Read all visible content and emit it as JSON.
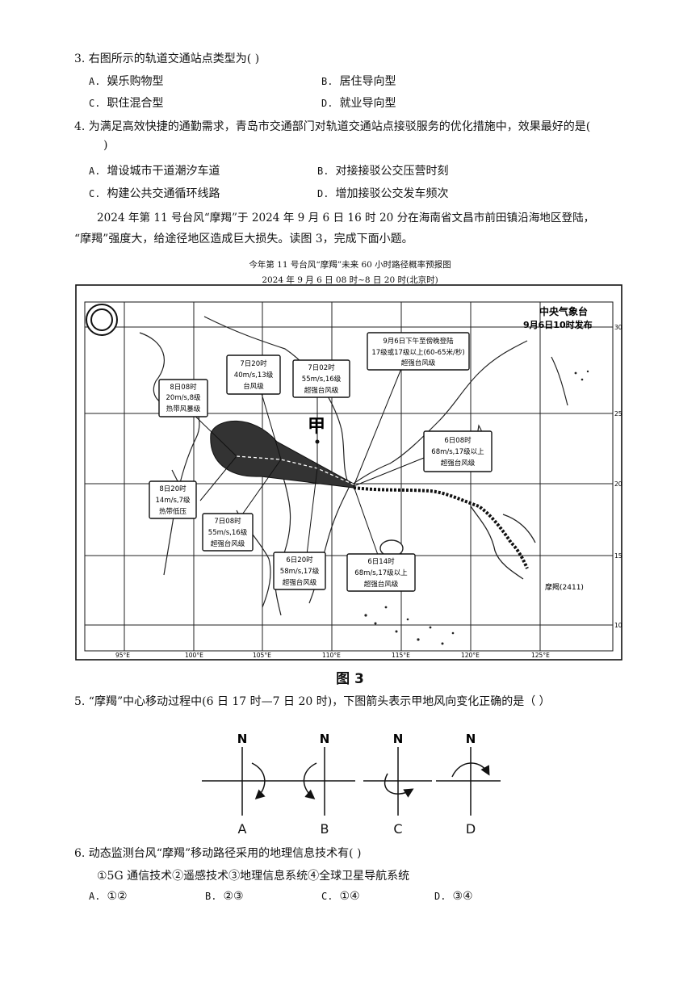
{
  "q3": {
    "stem": "3. 右图所示的轨道交通站点类型为(   )",
    "options": [
      {
        "letter": "A.",
        "text": "娱乐购物型"
      },
      {
        "letter": "B.",
        "text": "居住导向型"
      },
      {
        "letter": "C.",
        "text": "职住混合型"
      },
      {
        "letter": "D.",
        "text": "就业导向型"
      }
    ]
  },
  "q4": {
    "stem_line1": "4.   为满足高效快捷的通勤需求，青岛市交通部门对轨道交通站点接驳服务的优化措施中，效果最好的是(",
    "stem_line2": ")",
    "options": [
      {
        "letter": "A.",
        "text": "增设城市干道潮汐车道"
      },
      {
        "letter": "B.",
        "text": "对接接驳公交压营时刻"
      },
      {
        "letter": "C.",
        "text": "构建公共交通循环线路"
      },
      {
        "letter": "D.",
        "text": "增加接驳公交发车频次"
      }
    ]
  },
  "intro": {
    "line1": "2024 年第 11 号台风“摩羯”于 2024 年 9 月 6 日 16 时 20 分在海南省文昌市前田镇沿海地区登陆，",
    "line2": "“摩羯”强度大，给途径地区造成巨大损失。读图 3，完成下面小题。"
  },
  "figure": {
    "caption_line1": "今年第 11 号台风“摩羯”未来 60 小时路径概率预报图",
    "caption_line2": "2024 年 9 月 6 日 08 时~8 日 20 时(北京时)",
    "agency": "中央气象台",
    "issued": "9月6日10时发布",
    "marker": "甲",
    "typhoon_label": "摩羯(2411)",
    "label": "图 3",
    "lon_ticks": [
      "95°E",
      "100°E",
      "105°E",
      "110°E",
      "115°E",
      "120°E",
      "125°E"
    ],
    "lat_ticks": [
      "30°",
      "25°",
      "20°",
      "15°",
      "10°"
    ],
    "callouts": [
      {
        "l1": "8日08时",
        "l2": "20m/s,8级",
        "l3": "热带风暴级"
      },
      {
        "l1": "7日20时",
        "l2": "40m/s,13级",
        "l3": "台风级"
      },
      {
        "l1": "7日02时",
        "l2": "55m/s,16级",
        "l3": "超强台风级"
      },
      {
        "l1": "9月6日下午至傍晚登陆",
        "l2": "17级或17级以上(60-65米/秒)",
        "l3": "超强台风级"
      },
      {
        "l1": "6日08时",
        "l2": "68m/s,17级以上",
        "l3": "超强台风级"
      },
      {
        "l1": "8日20时",
        "l2": "14m/s,7级",
        "l3": "热带低压"
      },
      {
        "l1": "7日08时",
        "l2": "55m/s,16级",
        "l3": "超强台风级"
      },
      {
        "l1": "6日20时",
        "l2": "58m/s,17级",
        "l3": "超强台风级"
      },
      {
        "l1": "6日14时",
        "l2": "68m/s,17级以上",
        "l3": "超强台风级"
      }
    ]
  },
  "q5": {
    "stem": "5.   “摩羯”中心移动过程中(6 日 17 时—7 日 20 时)，下图箭头表示甲地风向变化正确的是（  ）",
    "north": "N",
    "choices": [
      "A",
      "B",
      "C",
      "D"
    ]
  },
  "q6": {
    "stem": "6.   动态监测台风“摩羯”移动路径采用的地理信息技术有(   )",
    "items": "①5G 通信技术②遥感技术③地理信息系统④全球卫星导航系统",
    "options": [
      {
        "letter": "A.",
        "text": "①②"
      },
      {
        "letter": "B.",
        "text": "②③"
      },
      {
        "letter": "C.",
        "text": "①④"
      },
      {
        "letter": "D.",
        "text": "③④"
      }
    ]
  }
}
